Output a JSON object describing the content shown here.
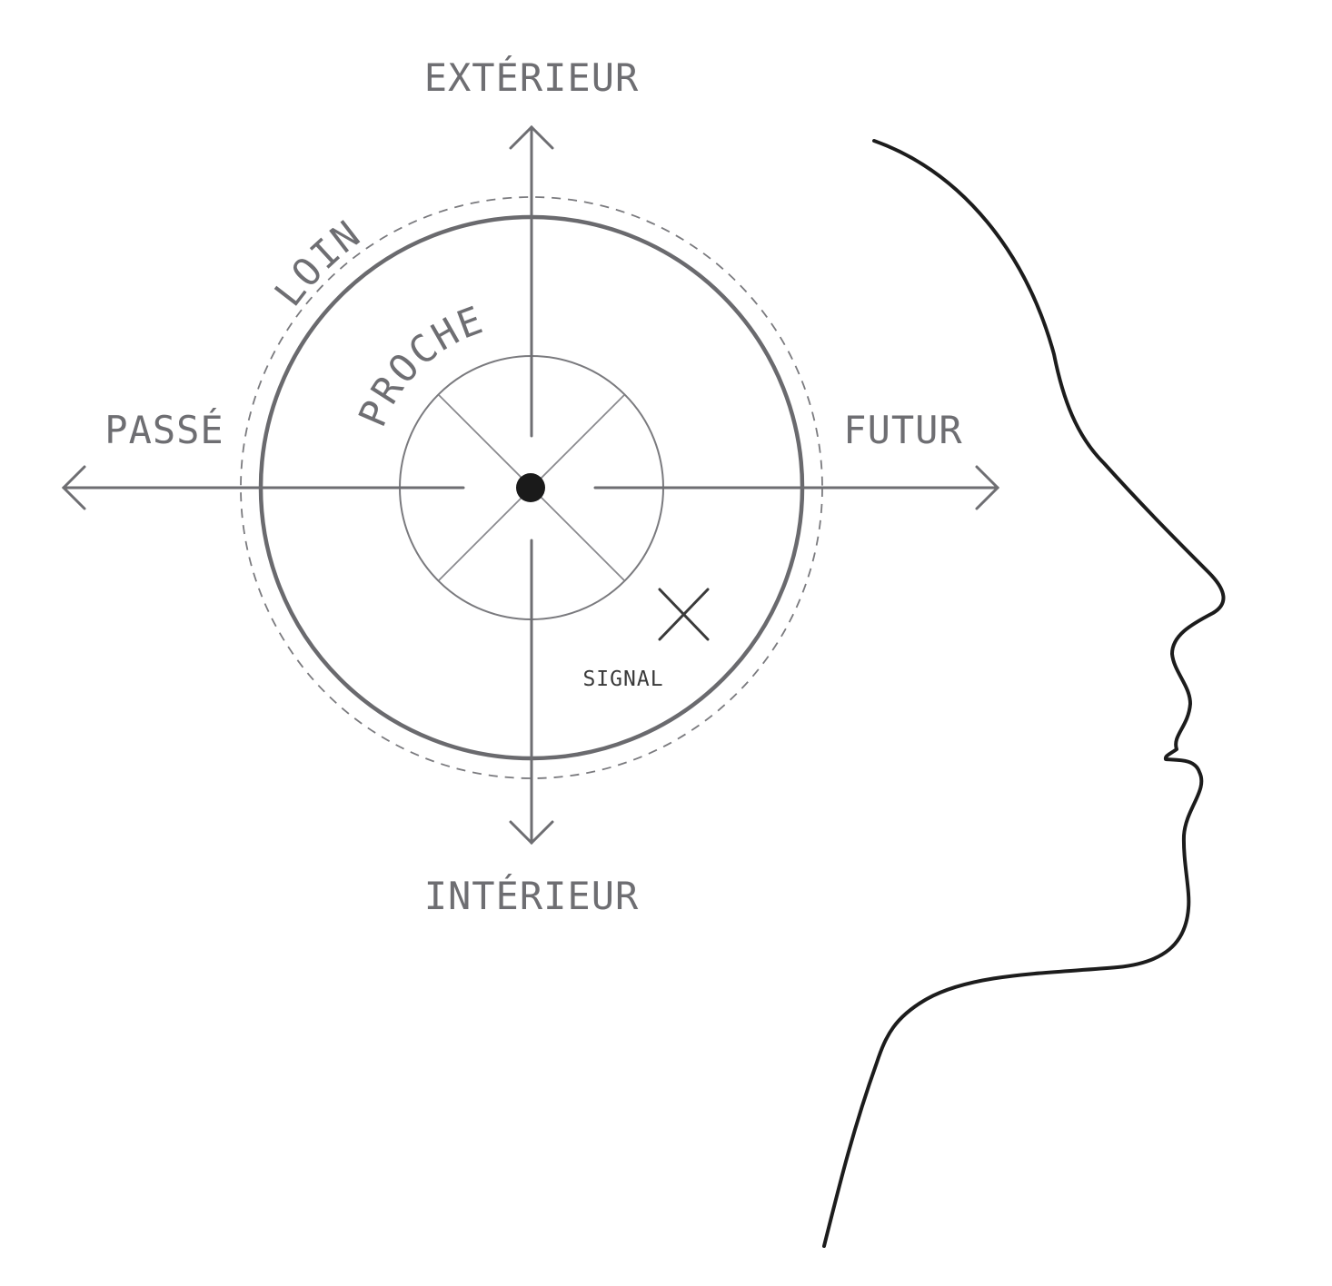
{
  "labels": {
    "top": "EXTÉRIEUR",
    "bottom": "INTÉRIEUR",
    "left": "PASSÉ",
    "right": "FUTUR",
    "outer_ring": "LOIN",
    "inner_ring": "PROCHE",
    "signal": "SIGNAL"
  },
  "colors": {
    "axis": "#6e6e72",
    "text": "#6e6e72",
    "profile": "#1c1c1c",
    "center_dot": "#1a1a1a",
    "signal_text": "#3a3a3a"
  }
}
